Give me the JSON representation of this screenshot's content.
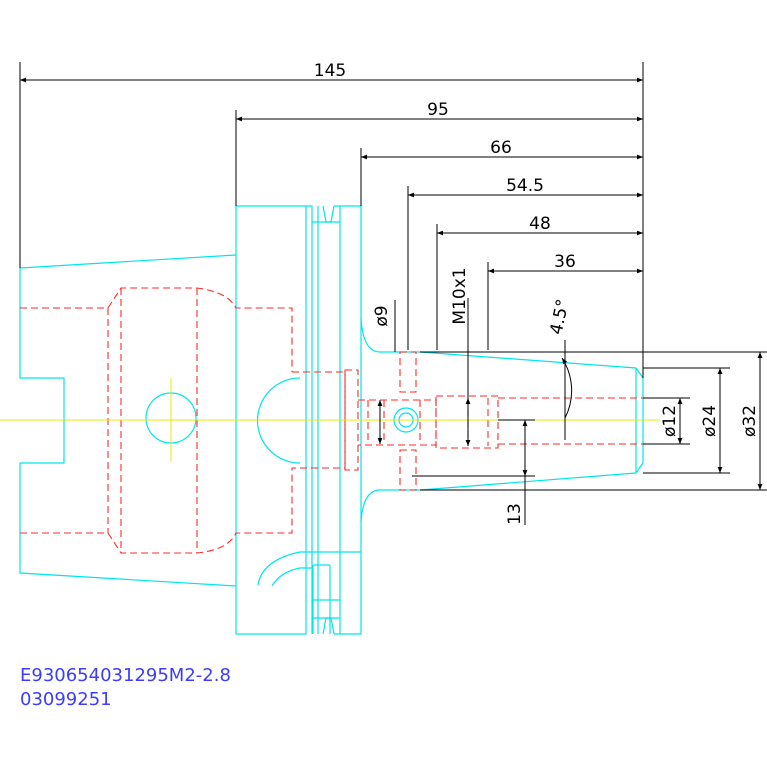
{
  "dimensions": {
    "d145": "145",
    "d95": "95",
    "d66": "66",
    "d54_5": "54.5",
    "d48": "48",
    "d36": "36",
    "dia9": "ø9",
    "m10": "M10x1",
    "angle": "4.5°",
    "dia12": "ø12",
    "dia24": "ø24",
    "dia32": "ø32",
    "d13": "13"
  },
  "part_code": {
    "line1": "E930654031295M2-2.8",
    "line2": "03099251"
  },
  "colors": {
    "outline": "#00e5ee",
    "hidden": "#ff2a2a",
    "centerline": "#e8e800",
    "dimension": "#000000",
    "code_text": "#3c3cff"
  }
}
